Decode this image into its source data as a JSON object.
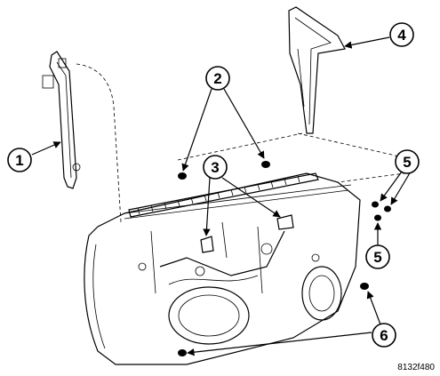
{
  "callouts": [
    {
      "id": "1",
      "label": "1"
    },
    {
      "id": "2",
      "label": "2"
    },
    {
      "id": "3",
      "label": "3"
    },
    {
      "id": "4",
      "label": "4"
    },
    {
      "id": "5a",
      "label": "5"
    },
    {
      "id": "5b",
      "label": "5"
    },
    {
      "id": "6",
      "label": "6"
    }
  ],
  "reference_code": "8132f480"
}
